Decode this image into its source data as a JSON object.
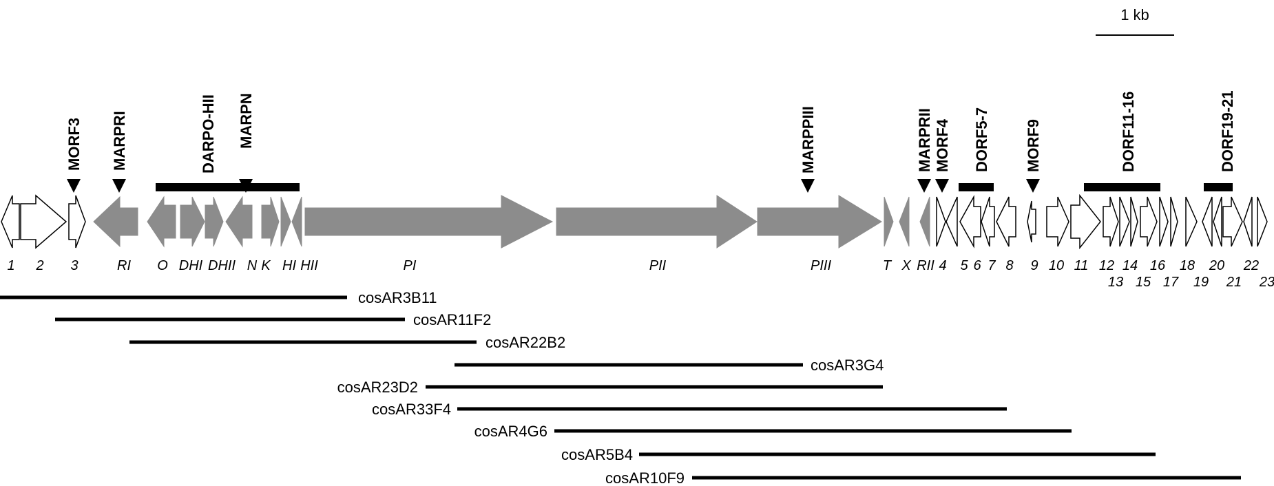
{
  "colors": {
    "filled": "#8c8c8c",
    "outline": "#000000",
    "open": "#ffffff",
    "bar": "#000000"
  },
  "scale_bar": {
    "label": "1 kb"
  },
  "orf_labels": [
    {
      "id": "1",
      "text": "1"
    },
    {
      "id": "2",
      "text": "2"
    },
    {
      "id": "3",
      "text": "3"
    },
    {
      "id": "RI",
      "text": "RI"
    },
    {
      "id": "O",
      "text": "O"
    },
    {
      "id": "DHI",
      "text": "DHI"
    },
    {
      "id": "DHII",
      "text": "DHII"
    },
    {
      "id": "N",
      "text": "N"
    },
    {
      "id": "K",
      "text": "K"
    },
    {
      "id": "HI",
      "text": "HI"
    },
    {
      "id": "HII",
      "text": "HII"
    },
    {
      "id": "PI",
      "text": "PI"
    },
    {
      "id": "PII",
      "text": "PII"
    },
    {
      "id": "PIII",
      "text": "PIII"
    },
    {
      "id": "T",
      "text": "T"
    },
    {
      "id": "X",
      "text": "X"
    },
    {
      "id": "RII",
      "text": "RII"
    },
    {
      "id": "4",
      "text": "4"
    },
    {
      "id": "5",
      "text": "5"
    },
    {
      "id": "6",
      "text": "6"
    },
    {
      "id": "7",
      "text": "7"
    },
    {
      "id": "8",
      "text": "8"
    },
    {
      "id": "9",
      "text": "9"
    },
    {
      "id": "10",
      "text": "10"
    },
    {
      "id": "11",
      "text": "11"
    },
    {
      "id": "12",
      "text": "12"
    },
    {
      "id": "14",
      "text": "14"
    },
    {
      "id": "16",
      "text": "16"
    },
    {
      "id": "18",
      "text": "18"
    },
    {
      "id": "20",
      "text": "20"
    },
    {
      "id": "22",
      "text": "22"
    },
    {
      "id": "13",
      "text": "13"
    },
    {
      "id": "15",
      "text": "15"
    },
    {
      "id": "17",
      "text": "17"
    },
    {
      "id": "19",
      "text": "19"
    },
    {
      "id": "21",
      "text": "21"
    },
    {
      "id": "23",
      "text": "23"
    }
  ],
  "regions": [
    {
      "id": "MORF3",
      "text": "MORF3"
    },
    {
      "id": "MARPRI",
      "text": "MARPRI"
    },
    {
      "id": "DARPO-HII",
      "text": "DARPO-HII"
    },
    {
      "id": "MARPN",
      "text": "MARPN"
    },
    {
      "id": "MARPPIII",
      "text": "MARPPIII"
    },
    {
      "id": "MARPRII",
      "text": "MARPRII"
    },
    {
      "id": "MORF4",
      "text": "MORF4"
    },
    {
      "id": "DORF5-7",
      "text": "DORF5-7"
    },
    {
      "id": "MORF9",
      "text": "MORF9"
    },
    {
      "id": "DORF11-16",
      "text": "DORF11-16"
    },
    {
      "id": "DORF19-21",
      "text": "DORF19-21"
    }
  ],
  "cosmids": [
    {
      "id": "cosAR3B11",
      "text": "cosAR3B11"
    },
    {
      "id": "cosAR11F2",
      "text": "cosAR11F2"
    },
    {
      "id": "cosAR22B2",
      "text": "cosAR22B2"
    },
    {
      "id": "cosAR3G4",
      "text": "cosAR3G4"
    },
    {
      "id": "cosAR23D2",
      "text": "cosAR23D2"
    },
    {
      "id": "cosAR33F4",
      "text": "cosAR33F4"
    },
    {
      "id": "cosAR4G6",
      "text": "cosAR4G6"
    },
    {
      "id": "cosAR5B4",
      "text": "cosAR5B4"
    },
    {
      "id": "cosAR10F9",
      "text": "cosAR10F9"
    }
  ]
}
